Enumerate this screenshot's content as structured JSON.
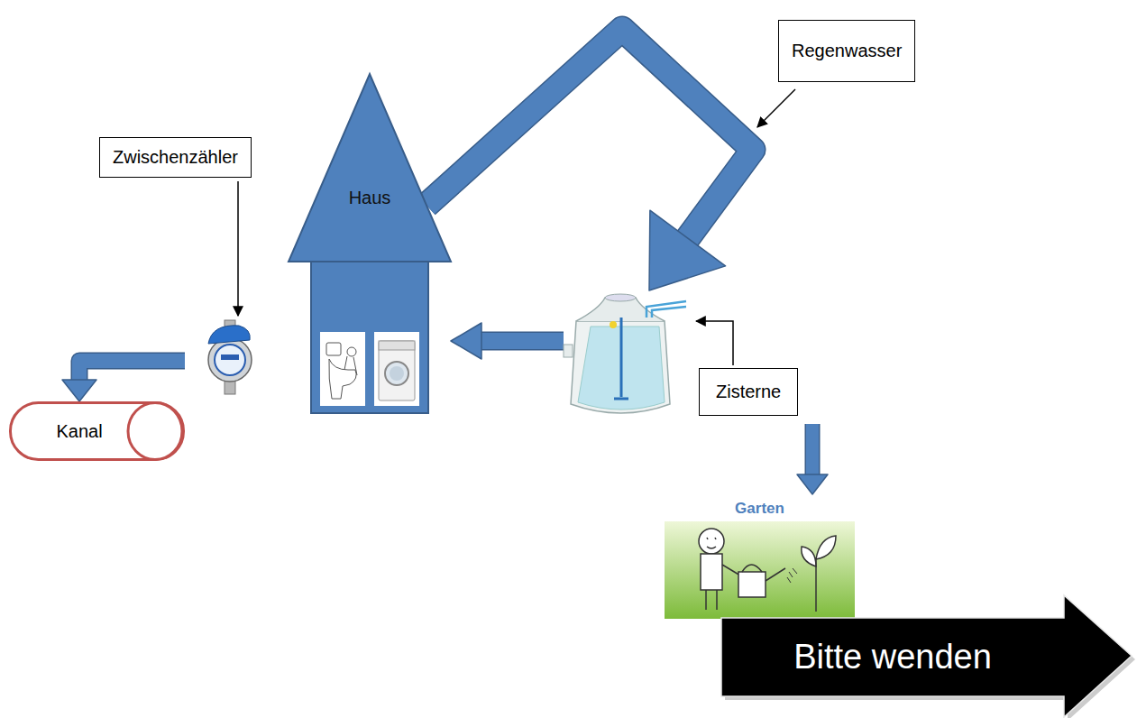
{
  "diagram": {
    "nodes": [
      {
        "text": [
          "Zwischenzähler"
        ]
      },
      {
        "text": [
          "Haus"
        ]
      },
      {
        "text": [
          "Zisterne"
        ]
      },
      {
        "text": [
          "Kanal"
        ]
      },
      {
        "text": [
          "Garten"
        ]
      },
      {
        "text": [
          "Bitte wenden"
        ]
      }
    ],
    "edges": [
      {
        "from": 1,
        "to": 2,
        "arrow": "to"
      },
      {
        "from": 2,
        "to": 1,
        "arrow": "to"
      },
      {
        "from": 0,
        "to": 3,
        "arrow": "to"
      },
      {
        "from": 2,
        "to": 4,
        "arrow": "to"
      }
    ],
    "labels": [
      "Regenwasser"
    ]
  }
}
